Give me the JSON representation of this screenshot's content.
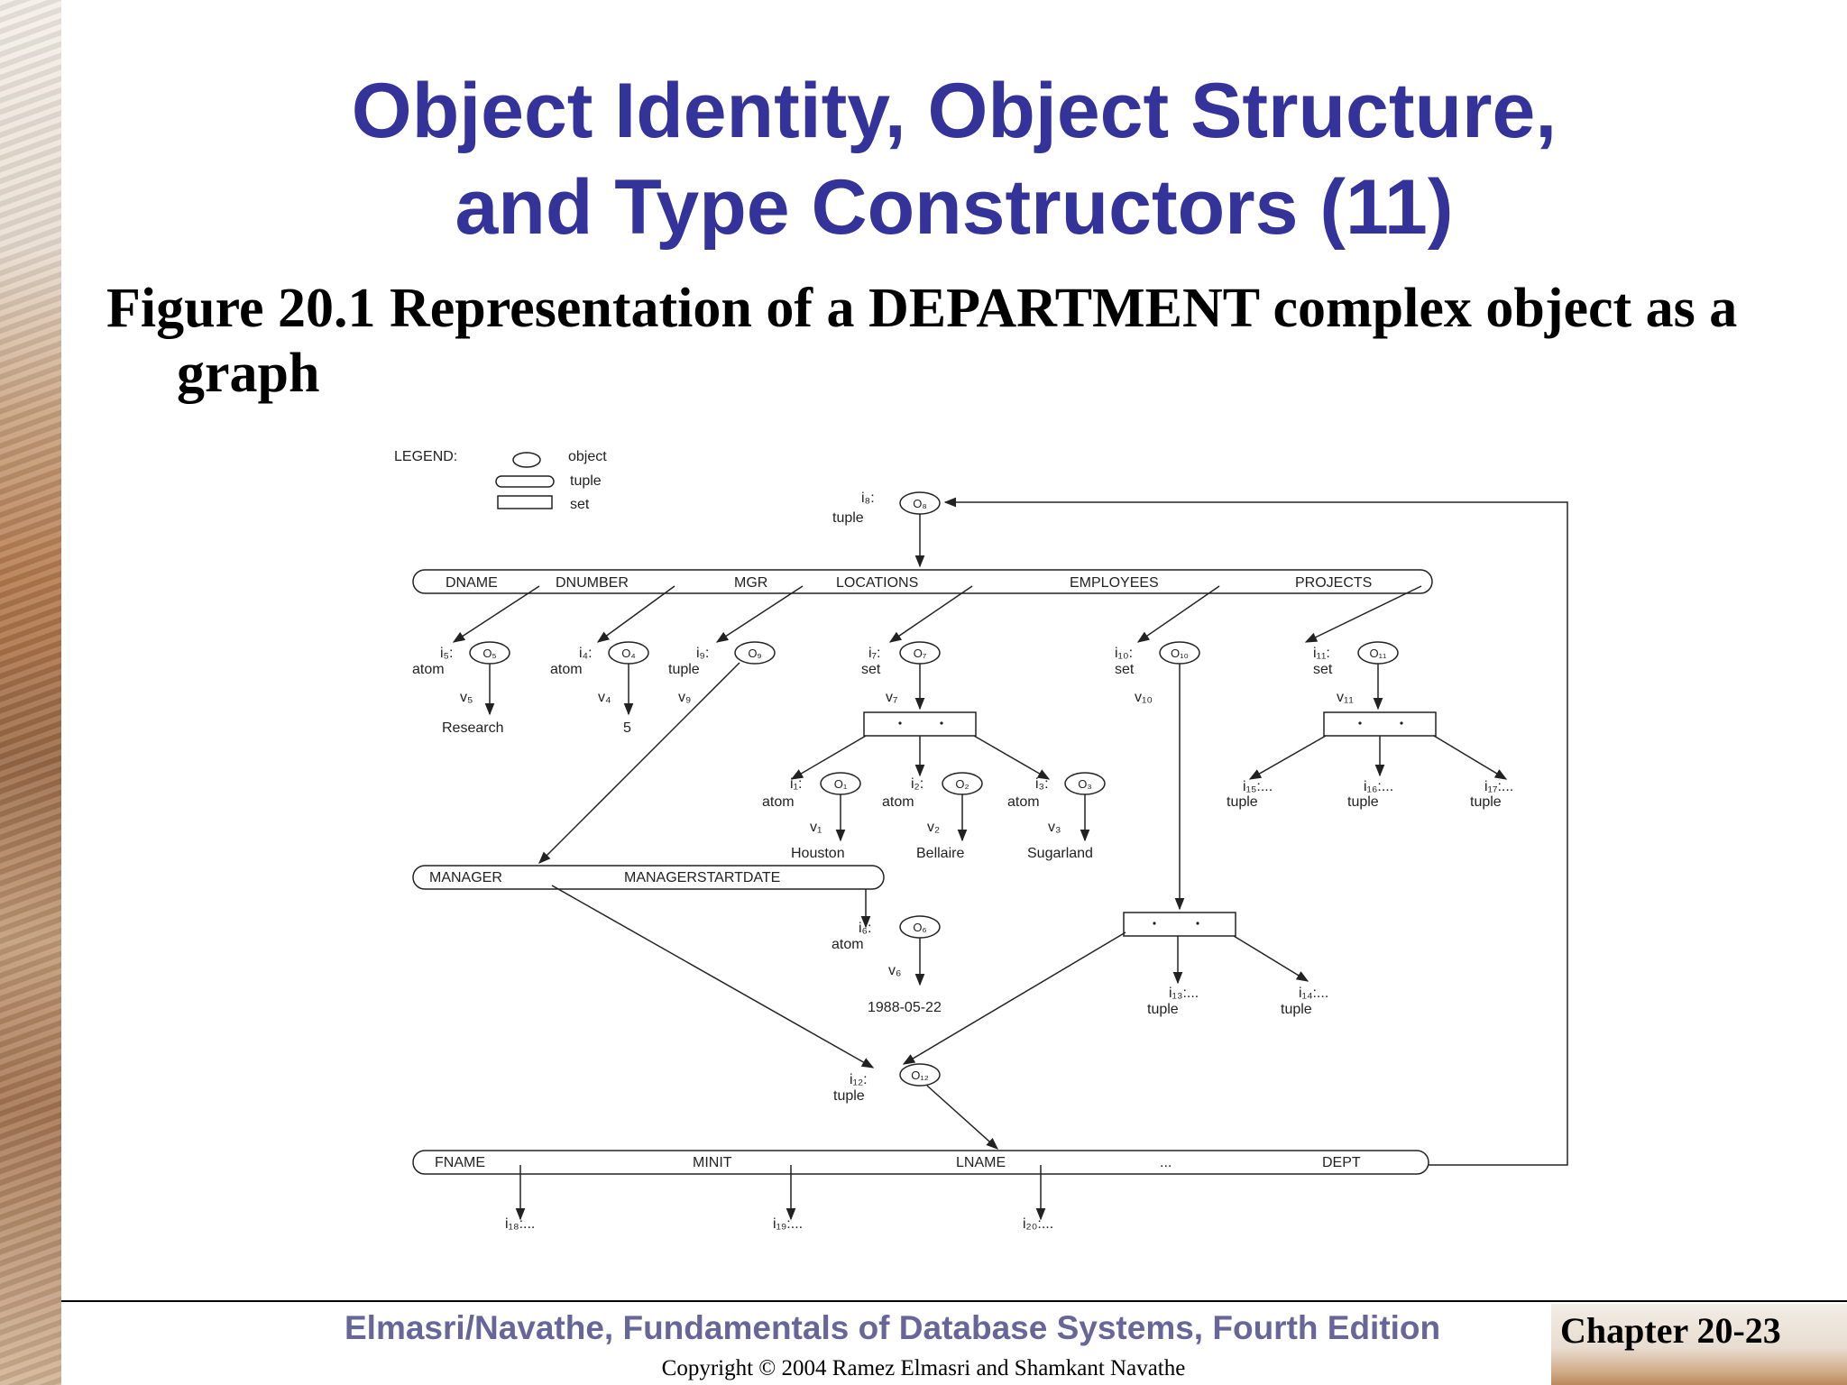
{
  "title_line1": "Object Identity, Object Structure,",
  "title_line2": "and Type Constructors (11)",
  "caption": "Figure 20.1 Representation of a DEPARTMENT complex object as a graph",
  "legend": {
    "heading": "LEGEND:",
    "object": "object",
    "tuple": "tuple",
    "set": "set"
  },
  "root": {
    "id": "i₈:",
    "kind": "tuple",
    "obj": "O₈"
  },
  "dept_tuple": [
    "DNAME",
    "DNUMBER",
    "MGR",
    "LOCATIONS",
    "EMPLOYEES",
    "PROJECTS"
  ],
  "nodes": {
    "o5": {
      "id": "i₅:",
      "kind": "atom",
      "obj": "O₅",
      "vlabel": "v₅",
      "value": "Research"
    },
    "o4": {
      "id": "i₄:",
      "kind": "atom",
      "obj": "O₄",
      "vlabel": "v₄",
      "value": "5"
    },
    "o9": {
      "id": "i₉:",
      "kind": "tuple",
      "obj": "O₉",
      "vlabel": "v₉"
    },
    "o7": {
      "id": "i₇:",
      "kind": "set",
      "obj": "O₇",
      "vlabel": "v₇"
    },
    "o10": {
      "id": "i₁₀:",
      "kind": "set",
      "obj": "O₁₀",
      "vlabel": "v₁₀"
    },
    "o11": {
      "id": "i₁₁:",
      "kind": "set",
      "obj": "O₁₁",
      "vlabel": "v₁₁"
    },
    "o1": {
      "id": "i₁:",
      "kind": "atom",
      "obj": "O₁",
      "vlabel": "v₁",
      "value": "Houston"
    },
    "o2": {
      "id": "i₂:",
      "kind": "atom",
      "obj": "O₂",
      "vlabel": "v₂",
      "value": "Bellaire"
    },
    "o3": {
      "id": "i₃:",
      "kind": "atom",
      "obj": "O₃",
      "vlabel": "v₃",
      "value": "Sugarland"
    },
    "o6": {
      "id": "i₆:",
      "kind": "atom",
      "obj": "O₆",
      "vlabel": "v₆",
      "value": "1988-05-22"
    },
    "o12": {
      "id": "i₁₂:",
      "kind": "tuple",
      "obj": "O₁₂"
    }
  },
  "proj_refs": [
    {
      "id": "i₁₅:...",
      "kind": "tuple"
    },
    {
      "id": "i₁₆:...",
      "kind": "tuple"
    },
    {
      "id": "i₁₇:...",
      "kind": "tuple"
    }
  ],
  "emp_refs": [
    {
      "id": "i₁₃:...",
      "kind": "tuple"
    },
    {
      "id": "i₁₄:...",
      "kind": "tuple"
    }
  ],
  "manager_tuple": [
    "MANAGER",
    "MANAGERSTARTDATE"
  ],
  "employee_tuple": [
    "FNAME",
    "MINIT",
    "LNAME",
    "...",
    "DEPT"
  ],
  "employee_refs": [
    "i₁₈:...",
    "i₁₉:...",
    "i₂₀:..."
  ],
  "footer": {
    "book": "Elmasri/Navathe, Fundamentals of Database Systems, Fourth Edition",
    "chapter": "Chapter 20-23",
    "copyright": "Copyright © 2004 Ramez Elmasri and Shamkant Navathe"
  }
}
